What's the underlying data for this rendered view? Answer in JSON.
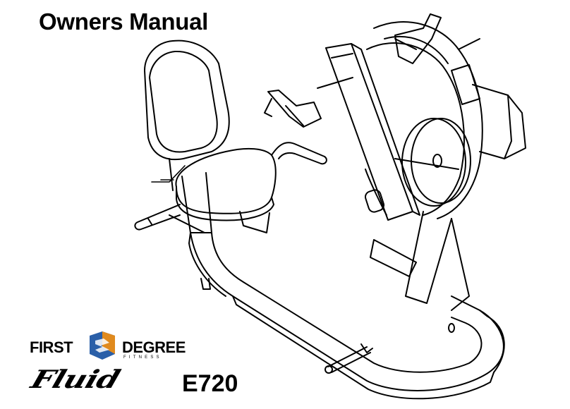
{
  "document": {
    "title": "Owners Manual",
    "brand": {
      "word1": "FIRST",
      "word2": "DEGREE",
      "tagline": "FITNESS",
      "accent_color": "#2a5fa8",
      "accent_color_2": "#e08a1e"
    },
    "product_name": "Fluid",
    "model": "E720"
  },
  "illustration": {
    "icon": "recumbent-bike-illustration"
  }
}
